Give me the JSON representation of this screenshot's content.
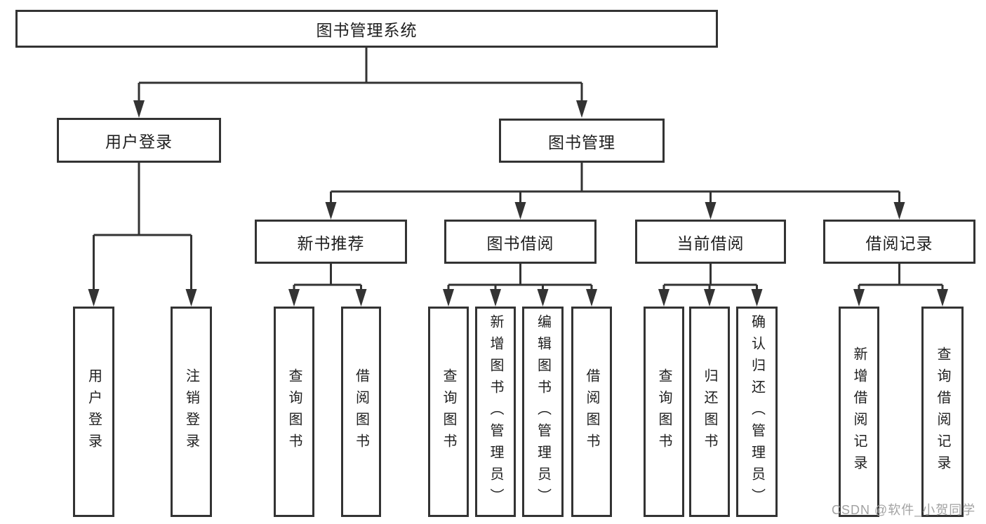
{
  "diagram": {
    "root": "图书管理系统",
    "level2": [
      "用户登录",
      "图书管理"
    ],
    "level3": [
      "新书推荐",
      "图书借阅",
      "当前借阅",
      "借阅记录"
    ],
    "leaves": [
      "用户登录",
      "注销登录",
      "查询图书",
      "借阅图书",
      "查询图书",
      "新增图书（管理员）",
      "编辑图书（管理员）",
      "借阅图书",
      "查询图书",
      "归还图书",
      "确认归还（管理员）",
      "新增借阅记录",
      "查询借阅记录"
    ]
  },
  "watermark": "CSDN @软件_小贺同学",
  "colors": {
    "background": "#ffffff",
    "line": "#333333",
    "box_border": "#333333",
    "text": "#1f1f1f",
    "watermark": "#a2a2a2"
  }
}
